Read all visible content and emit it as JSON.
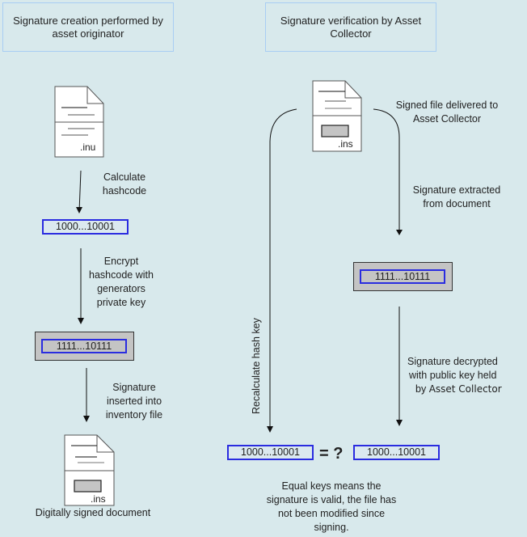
{
  "headers": {
    "left": "Signature creation performed by asset originator",
    "right": "Signature verification by Asset Collector"
  },
  "left_flow": {
    "source_doc_ext": ".inu",
    "step1_label_line1": "Calculate",
    "step1_label_line2": "hashcode",
    "hash_value": "1000...10001",
    "step2_label_line1": "Encrypt",
    "step2_label_line2": "hashcode with",
    "step2_label_line3": "generators",
    "step2_label_line4": "private key",
    "signature_value": "1111...10111",
    "step3_label_line1": "Signature",
    "step3_label_line2": "inserted into",
    "step3_label_line3": "inventory file",
    "signed_doc_ext": ".ins",
    "signed_doc_caption": "Digitally signed document"
  },
  "right_flow": {
    "received_doc_ext": ".ins",
    "delivered_label_line1": "Signed file delivered to",
    "delivered_label_line2": "Asset Collector",
    "extract_label_line1": "Signature extracted",
    "extract_label_line2": "from document",
    "signature_value": "1111...10111",
    "decrypt_label_line1": "Signature decrypted",
    "decrypt_label_line2": "with public key held",
    "decrypt_label_line3_a": "by ",
    "decrypt_label_line3_b": "Asset Collector",
    "recalc_label": "Recalculate hash key",
    "recalc_hash_value": "1000...10001",
    "compare_symbol": "= ?",
    "decrypted_hash_value": "1000...10001",
    "conclusion_line1": "Equal keys means the",
    "conclusion_line2": "signature is valid, the file has",
    "conclusion_line3": "not been modified since",
    "conclusion_line4": "signing."
  },
  "colors": {
    "background": "#d8e9ec",
    "header_border": "#a8cdf3",
    "hash_border": "#2a2ce0",
    "signature_fill": "#c4c4c4"
  }
}
